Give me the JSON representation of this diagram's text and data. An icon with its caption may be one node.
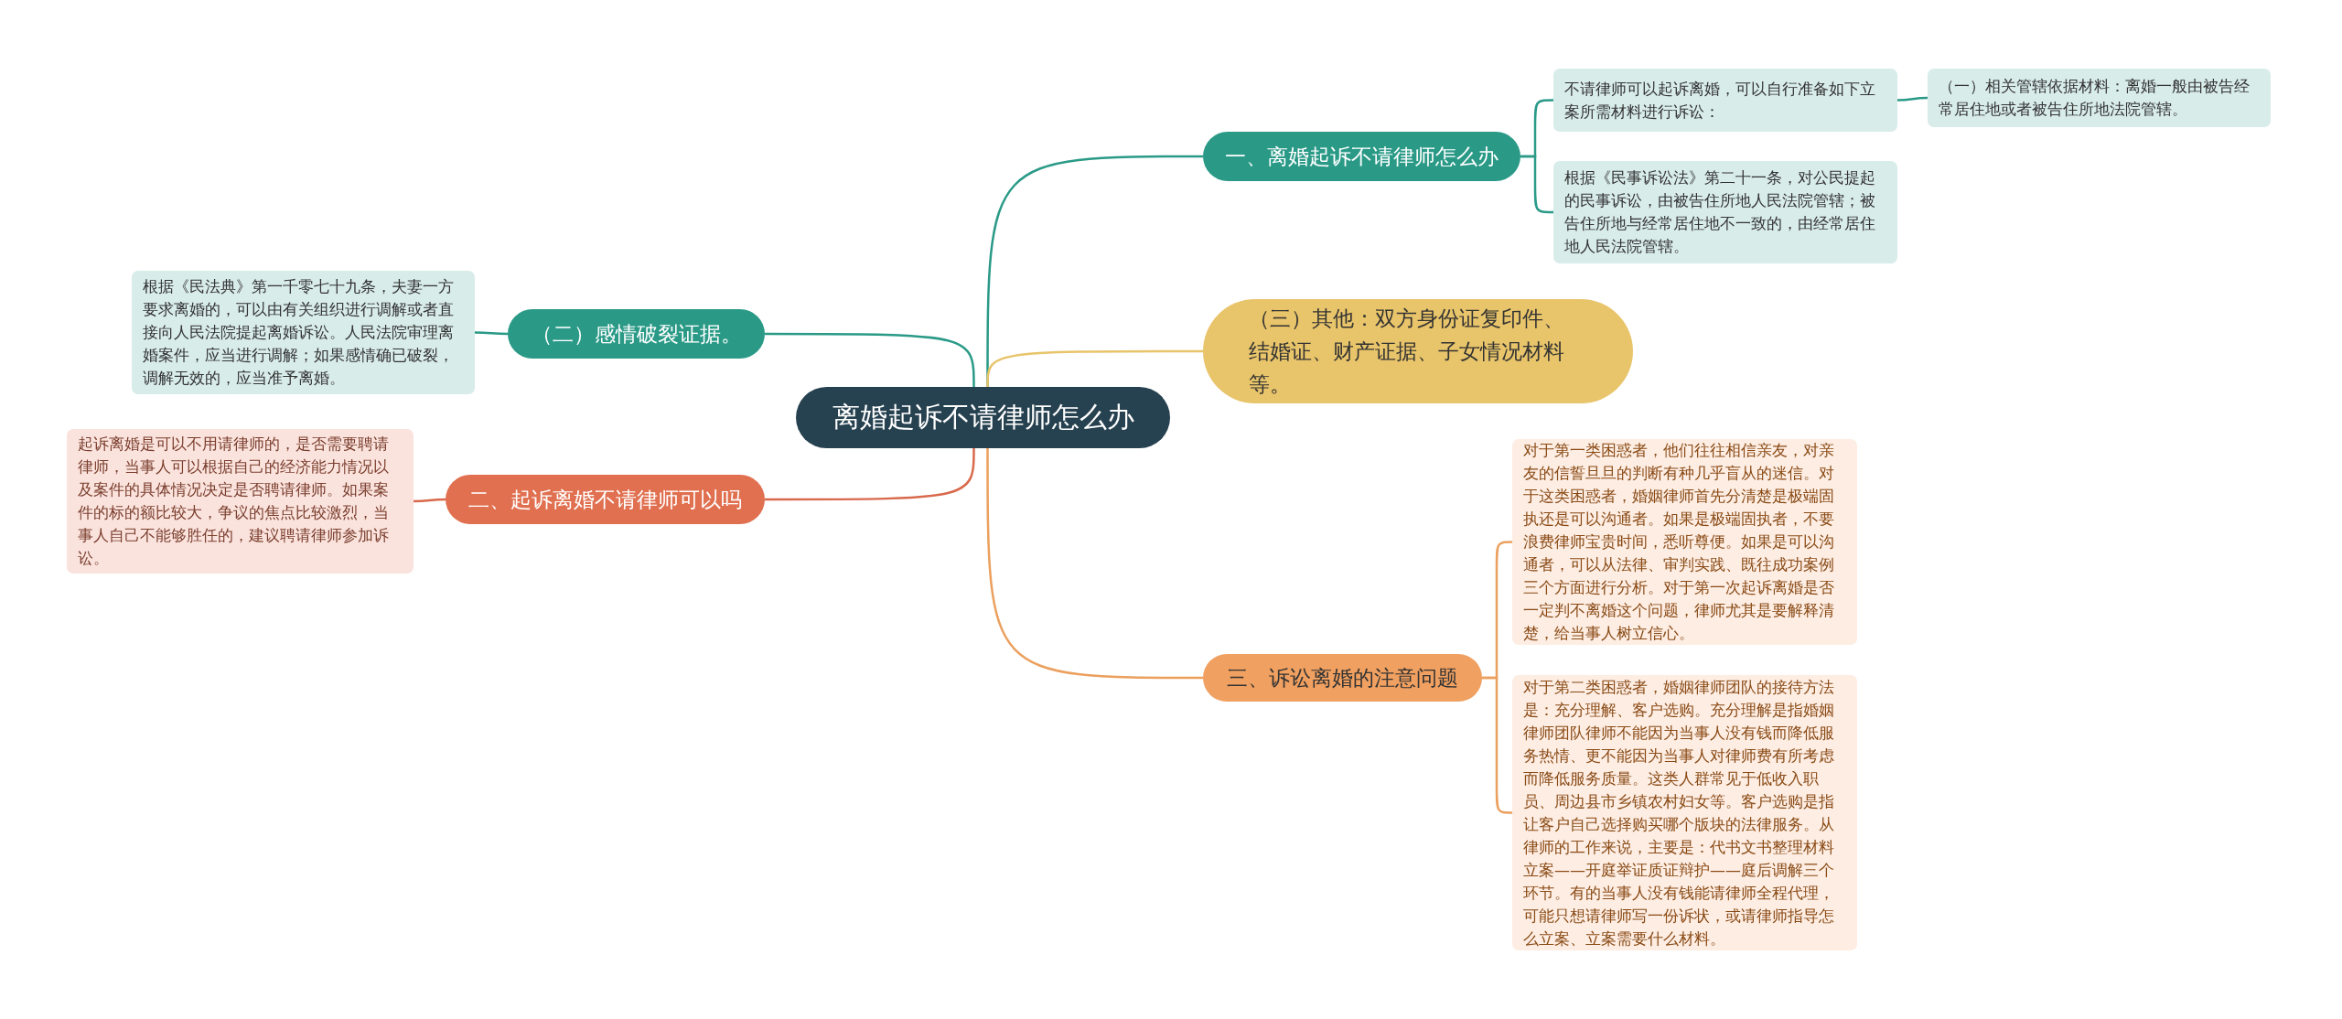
{
  "diagram": {
    "nodes": [
      {
        "text": [
          "离婚起诉不请律师怎么办"
        ]
      },
      {
        "text": [
          "一、离婚起诉不请律师怎么办"
        ]
      },
      {
        "text": [
          "不请律师可以起诉离婚，可以自行准备如下立案所需材料进行诉讼："
        ]
      },
      {
        "text": [
          "（一）相关管辖依据材料：离婚一般由被告经常居住地或者被告住所地法院管辖。"
        ]
      },
      {
        "text": [
          "根据《民事诉讼法》第二十一条，对公民提起的民事诉讼，由被告住所地人民法院管辖；被告住所地与经常居住地不一致的，由经常居住地人民法院管辖。"
        ]
      },
      {
        "text": [
          "（二）感情破裂证据。"
        ]
      },
      {
        "text": [
          "根据《民法典》第一千零七十九条，夫妻一方要求离婚的，可以由有关组织进行调解或者直接向人民法院提起离婚诉讼。人民法院审理离婚案件，应当进行调解；如果感情确已破裂，调解无效的，应当准予离婚。"
        ]
      },
      {
        "text": [
          "（三）其他：双方身份证复印件、结婚证、财产证据、子女情况材料等。"
        ]
      },
      {
        "text": [
          "二、起诉离婚不请律师可以吗"
        ]
      },
      {
        "text": [
          "起诉离婚是可以不用请律师的，是否需要聘请律师，当事人可以根据自己的经济能力情况以及案件的具体情况决定是否聘请律师。如果案件的标的额比较大，争议的焦点比较激烈，当事人自己不能够胜任的，建议聘请律师参加诉讼。"
        ]
      },
      {
        "text": [
          "三、诉讼离婚的注意问题"
        ]
      },
      {
        "text": [
          "对于第一类困惑者，他们往往相信亲友，对亲友的信誓旦旦的判断有种几乎盲从的迷信。对于这类困惑者，婚姻律师首先分清楚是极端固执还是可以沟通者。如果是极端固执者，不要浪费律师宝贵时间，悉听尊便。如果是可以沟通者，可以从法律、审判实践、既往成功案例三个方面进行分析。对于第一次起诉离婚是否一定判不离婚这个问题，律师尤其是要解释清楚，给当事人树立信心。"
        ]
      },
      {
        "text": [
          "对于第二类困惑者，婚姻律师团队的接待方法是：充分理解、客户选购。充分理解是指婚姻律师团队律师不能因为当事人没有钱而降低服务热情、更不能因为当事人对律师费有所考虑而降低服务质量。这类人群常见于低收入职员、周边县市乡镇农村妇女等。客户选购是指让客户自己选择购买哪个版块的法律服务。从律师的工作来说，主要是：代书文书整理材料立案——开庭举证质证辩护——庭后调解三个环节。有的当事人没有钱能请律师全程代理，可能只想请律师写一份诉状，或请律师指导怎么立案、立案需要什么材料。"
        ]
      }
    ],
    "edges": [
      {
        "from": 0,
        "to": 1,
        "arrow": "none"
      },
      {
        "from": 1,
        "to": 2,
        "arrow": "none"
      },
      {
        "from": 2,
        "to": 3,
        "arrow": "none"
      },
      {
        "from": 1,
        "to": 4,
        "arrow": "none"
      },
      {
        "from": 0,
        "to": 5,
        "arrow": "none"
      },
      {
        "from": 5,
        "to": 6,
        "arrow": "none"
      },
      {
        "from": 0,
        "to": 7,
        "arrow": "none",
        "color": "#e8c46a"
      },
      {
        "from": 0,
        "to": 8,
        "arrow": "none",
        "color": "#d9694c"
      },
      {
        "from": 8,
        "to": 9,
        "arrow": "none",
        "color": "#d9694c"
      },
      {
        "from": 0,
        "to": 10,
        "arrow": "none",
        "color": "#eba05e"
      },
      {
        "from": 10,
        "to": 11,
        "arrow": "none",
        "color": "#eba05e"
      },
      {
        "from": 10,
        "to": 12,
        "arrow": "none",
        "color": "#eba05e"
      }
    ]
  }
}
